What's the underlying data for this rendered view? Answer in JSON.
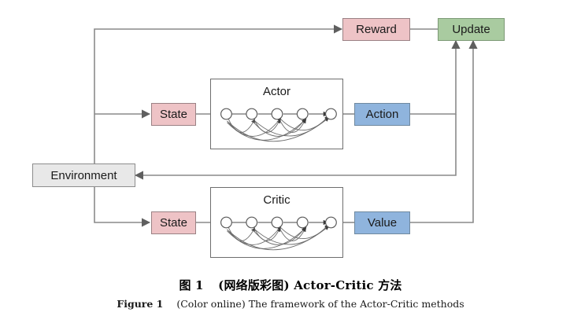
{
  "figure": {
    "type": "flow-diagram",
    "title_cn": "图 1　(网络版彩图) Actor-Critic 方法",
    "caption_cn_label": "图 1",
    "caption_cn_note": "(网络版彩图)",
    "caption_cn_title": "Actor-Critic 方法",
    "caption_en_label": "Figure 1",
    "caption_en_note": "(Color online)",
    "caption_en_title": "The framework of the Actor-Critic methods",
    "caption_en_full": "Figure 1    (Color online) The framework of the Actor-Critic methods"
  },
  "colors": {
    "pink": "#eec3c6",
    "green": "#a9cba0",
    "blue": "#8fb4dd",
    "gray": "#e8e8e8",
    "wire": "#7a7a7a",
    "netnode_stroke": "#6e6e6e",
    "box_border": "#8c8c8c",
    "text": "#1a1a1a"
  },
  "nodes": {
    "environment": {
      "label": "Environment",
      "color": "gray"
    },
    "reward": {
      "label": "Reward",
      "color": "pink"
    },
    "update": {
      "label": "Update",
      "color": "green"
    },
    "state_actor": {
      "label": "State",
      "color": "pink"
    },
    "state_critic": {
      "label": "State",
      "color": "pink"
    },
    "action": {
      "label": "Action",
      "color": "blue"
    },
    "value": {
      "label": "Value",
      "color": "blue"
    },
    "actor": {
      "label": "Actor",
      "nodes": 5
    },
    "critic": {
      "label": "Critic",
      "nodes": 5
    }
  },
  "edges": [
    {
      "from": "environment",
      "to": "reward",
      "label": ""
    },
    {
      "from": "reward",
      "to": "update",
      "label": ""
    },
    {
      "from": "environment",
      "to": "state_actor",
      "label": ""
    },
    {
      "from": "state_actor",
      "to": "actor",
      "label": ""
    },
    {
      "from": "actor",
      "to": "action",
      "label": ""
    },
    {
      "from": "action",
      "to": "environment",
      "label": ""
    },
    {
      "from": "action",
      "to": "update",
      "label": ""
    },
    {
      "from": "environment",
      "to": "state_critic",
      "label": ""
    },
    {
      "from": "state_critic",
      "to": "critic",
      "label": ""
    },
    {
      "from": "critic",
      "to": "value",
      "label": ""
    },
    {
      "from": "value",
      "to": "update",
      "label": ""
    }
  ]
}
